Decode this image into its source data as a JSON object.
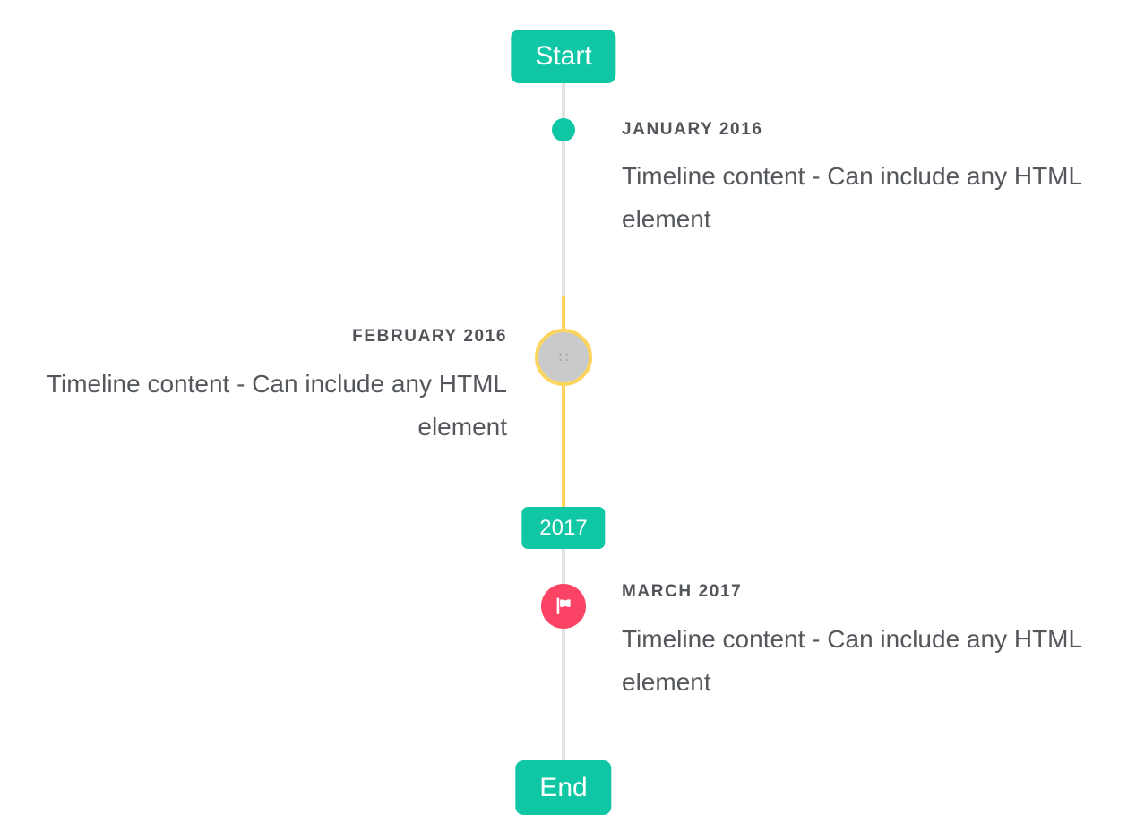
{
  "timeline": {
    "start_badge": "Start",
    "year_badge": "2017",
    "end_badge": "End",
    "entries": [
      {
        "label": "JANUARY 2016",
        "content": "Timeline content - Can include any HTML element",
        "side": "right",
        "marker": "dot"
      },
      {
        "label": "FEBRUARY 2016",
        "content": "Timeline content - Can include any HTML element",
        "side": "left",
        "marker": "broken-image-photo"
      },
      {
        "label": "MARCH 2017",
        "content": "Timeline content - Can include any HTML element",
        "side": "right",
        "marker": "flag"
      }
    ],
    "icons": {
      "broken_image_glyph": "∷",
      "flag": "flag-icon"
    },
    "colors": {
      "accent_teal": "#0fc7a4",
      "line_gray": "#e1e2e3",
      "line_highlight_yellow": "#fcd55f",
      "photo_ring_yellow": "#fcd45e",
      "photo_placeholder_gray": "#c9cacb",
      "flag_red": "#fa4365",
      "label_text": "#515559",
      "content_text": "#54585c",
      "badge_text": "#ffffff",
      "background": "#ffffff"
    }
  }
}
